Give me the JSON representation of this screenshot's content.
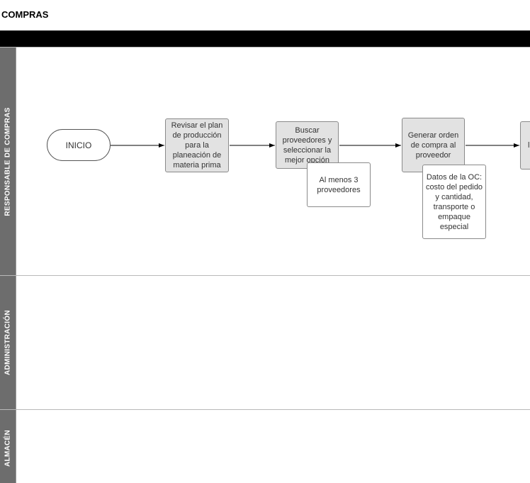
{
  "page": {
    "title": "COMPRAS"
  },
  "lanes": [
    {
      "label": "RESPONSABLE DE COMPRAS"
    },
    {
      "label": "ADMINISTRACIÓN"
    },
    {
      "label": "ALMACÉN"
    }
  ],
  "nodes": {
    "start": "INICIO",
    "review_plan": "Revisar el plan de producción para la planeación de materia prima",
    "search_suppliers": "Buscar proveedores  y seleccionar la mejor opción",
    "note_min_suppliers": "Al menos 3 proveedores",
    "generate_order": "Generar orden de compra al proveedor",
    "note_oc_data": "Datos de la OC: costo del pedido y cantidad, transporte o empaque especial",
    "next_step_partial": "l"
  },
  "colors": {
    "header_bar": "#000000",
    "lane_label_bg": "#6d6d6d",
    "process_fill": "#e2e2e2",
    "lane_divider": "#b9b9b9"
  }
}
